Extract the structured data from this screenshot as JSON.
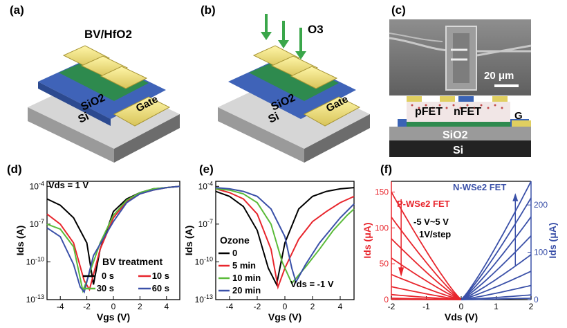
{
  "panels": {
    "a": {
      "label": "(a)",
      "text": "BV/HfO2",
      "sio2": "SiO2",
      "si": "Si",
      "gate": "Gate"
    },
    "b": {
      "label": "(b)",
      "text": "O3",
      "sio2": "SiO2",
      "si": "Si",
      "gate": "Gate"
    },
    "c": {
      "label": "(c)",
      "scale": "20 μm",
      "pfet": "pFET",
      "nfet": "nFET",
      "g": "G",
      "sio2": "SiO2",
      "si": "Si"
    },
    "d": {
      "label": "(d)",
      "annotation": "Vds = 1 V",
      "legend_title": "BV treatment"
    },
    "e": {
      "label": "(e)",
      "annotation": "Vds = -1 V",
      "legend_title": "Ozone"
    },
    "f": {
      "label": "(f)",
      "p_label": "P-WSe2 FET",
      "n_label": "N-WSe2 FET",
      "sweep": "-5 V~5 V",
      "step": "1V/step"
    }
  },
  "chart_data": [
    {
      "type": "line",
      "panel": "d",
      "xlabel": "Vgs (V)",
      "ylabel": "Ids (A)",
      "xlim": [
        -5,
        5
      ],
      "ylim_log10": [
        -13,
        -3.6
      ],
      "yscale": "log",
      "xticks": [
        "-4",
        "-2",
        "0",
        "2",
        "4"
      ],
      "yticks": [
        "10^-13",
        "10^-10",
        "10^-7",
        "10^-4"
      ],
      "legend_title": "BV treatment",
      "series": [
        {
          "name": "0 s",
          "color": "#000000",
          "x": [
            -5,
            -4,
            -3,
            -2,
            -1.5,
            -1,
            0,
            1,
            2,
            3,
            4,
            5
          ],
          "log10y": [
            -5,
            -5.5,
            -6.5,
            -8.5,
            -11.8,
            -9,
            -6,
            -5,
            -4.5,
            -4.2,
            -4.1,
            -4
          ]
        },
        {
          "name": "10 s",
          "color": "#e8262d",
          "x": [
            -5,
            -4,
            -3,
            -2.2,
            -1.8,
            -1,
            0,
            1,
            2,
            3,
            4,
            5
          ],
          "log10y": [
            -6.2,
            -7,
            -8.5,
            -11.5,
            -12.2,
            -9,
            -6.5,
            -5.2,
            -4.6,
            -4.3,
            -4.1,
            -4
          ]
        },
        {
          "name": "30 s",
          "color": "#5bbb3a",
          "x": [
            -5,
            -4,
            -3,
            -2.3,
            -2,
            -1,
            0,
            1,
            2,
            3,
            4,
            5
          ],
          "log10y": [
            -7,
            -7.4,
            -8.8,
            -12.3,
            -11.5,
            -8.5,
            -6.3,
            -5.1,
            -4.5,
            -4.2,
            -4.1,
            -4
          ]
        },
        {
          "name": "60 s",
          "color": "#3a50a8",
          "x": [
            -5,
            -4,
            -3,
            -2.5,
            -2.2,
            -1.5,
            0,
            1,
            2,
            3,
            4,
            5
          ],
          "log10y": [
            -7.3,
            -8,
            -10.2,
            -12,
            -12.4,
            -9.5,
            -6.8,
            -5.3,
            -4.6,
            -4.3,
            -4.1,
            -4
          ]
        }
      ]
    },
    {
      "type": "line",
      "panel": "e",
      "xlabel": "Vgs (V)",
      "ylabel": "Ids (A)",
      "xlim": [
        -5,
        5
      ],
      "ylim_log10": [
        -13,
        -3.6
      ],
      "yscale": "log",
      "xticks": [
        "-4",
        "-2",
        "0",
        "2",
        "4"
      ],
      "yticks": [
        "10^-13",
        "10^-10",
        "10^-7",
        "10^-4"
      ],
      "legend_title": "Ozone",
      "series": [
        {
          "name": "0",
          "color": "#000000",
          "x": [
            -5,
            -4,
            -3,
            -2,
            -1.2,
            -0.6,
            0,
            1,
            2,
            3,
            4,
            5
          ],
          "log10y": [
            -4.4,
            -4.8,
            -5.6,
            -7.5,
            -10.5,
            -11.8,
            -8.5,
            -5.8,
            -4.8,
            -4.4,
            -4.2,
            -4.1
          ]
        },
        {
          "name": "5 min",
          "color": "#e8262d",
          "x": [
            -5,
            -4,
            -3,
            -2,
            -1,
            -0.5,
            0,
            1,
            2,
            3,
            4,
            5
          ],
          "log10y": [
            -4.2,
            -4.5,
            -5,
            -6.2,
            -9,
            -12,
            -10.5,
            -8.2,
            -6.8,
            -6,
            -5.3,
            -4.8
          ]
        },
        {
          "name": "10 min",
          "color": "#5bbb3a",
          "x": [
            -5,
            -4,
            -3,
            -2,
            -1,
            -0.2,
            0.5,
            1.5,
            2.5,
            3.5,
            4.5,
            5
          ],
          "log10y": [
            -4.2,
            -4.3,
            -4.6,
            -5.3,
            -7,
            -10,
            -11.7,
            -10.4,
            -9,
            -7.5,
            -6.3,
            -5.8
          ]
        },
        {
          "name": "20 min",
          "color": "#3a50a8",
          "x": [
            -5,
            -4,
            -3,
            -2,
            -1,
            0,
            0.5,
            0.8,
            1.5,
            2.5,
            4,
            5
          ],
          "log10y": [
            -4.1,
            -4.2,
            -4.4,
            -4.8,
            -5.8,
            -8,
            -10.5,
            -11.6,
            -10.2,
            -8.5,
            -6.5,
            -5.4
          ]
        }
      ]
    },
    {
      "type": "line",
      "panel": "f",
      "xlabel": "Vds (V)",
      "ylabel_left": "Ids (μA)",
      "ylabel_right": "Ids (μA)",
      "xlim": [
        -2,
        2
      ],
      "ylim_left": [
        0,
        165
      ],
      "ylim_right": [
        0,
        250
      ],
      "xticks": [
        "-2",
        "-1",
        "0",
        "1",
        "2"
      ],
      "yticks_left": [
        "0",
        "50",
        "100",
        "150"
      ],
      "yticks_right": [
        "0",
        "100",
        "200"
      ],
      "series_left": [
        {
          "name": "P-WSe2 FET",
          "color": "#e8262d",
          "family": "p",
          "endpoints": [
            150,
            115,
            85,
            58,
            35,
            18,
            7,
            2,
            0.5
          ]
        }
      ],
      "series_right": [
        {
          "name": "N-WSe2 FET",
          "color": "#3a50a8",
          "family": "n",
          "endpoints": [
            250,
            215,
            175,
            135,
            95,
            60,
            30,
            10,
            3
          ]
        }
      ]
    }
  ]
}
